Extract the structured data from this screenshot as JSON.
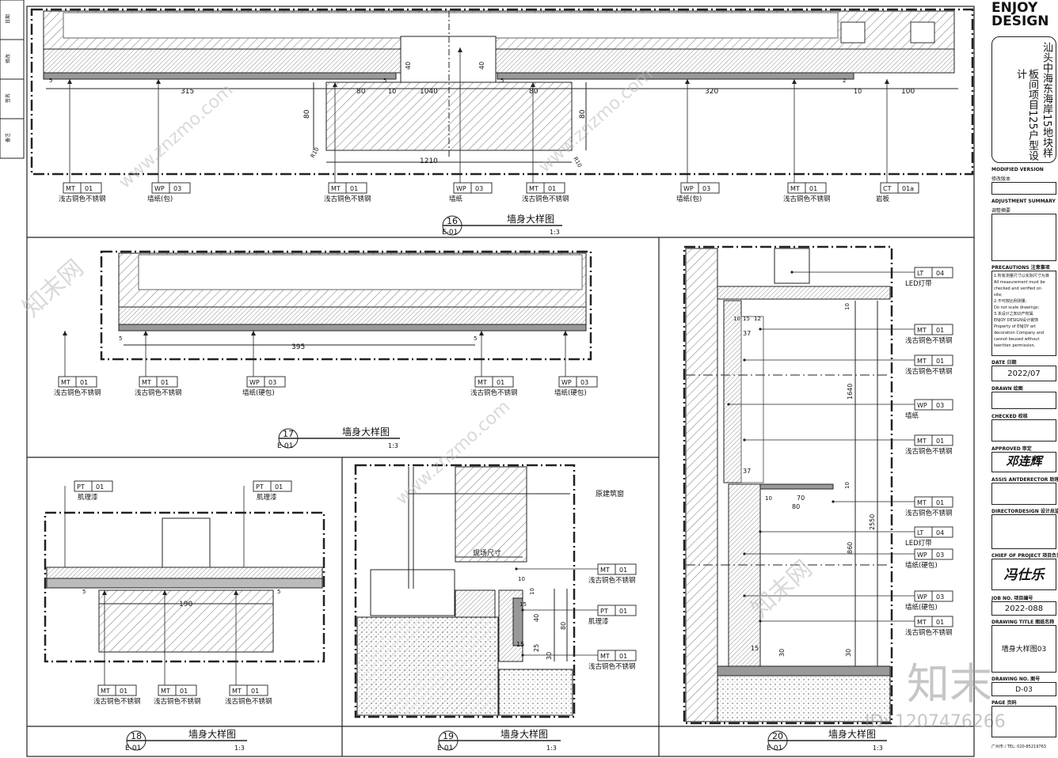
{
  "logo": {
    "line1": "ENJOY",
    "line2": "DESIGN"
  },
  "project_title": {
    "col1": "汕头中海东海岸15地块样",
    "col2": "板间项目125户型设计"
  },
  "title_block": {
    "modified_label": "MODIFIED VERSION",
    "modified_cn": "修改版本",
    "adjustment_label": "ADJUSTMENT SUMMARY",
    "adjustment_cn": "调整摘要",
    "precautions_label": "PRECAUTIONS 注意事项",
    "notes": [
      "1.所有测量尺寸以实际尺寸为准",
      "All measurement must be",
      "checked and verified on",
      "site;",
      "2.不可按比例测量;",
      "Do not scale drawings;",
      "3.本设计之知识产权属",
      "ENJOY DESIGN设计装饰",
      "Property of ENJOY art",
      "decoration Company and",
      "cannot beused without",
      "teeritten permission."
    ],
    "date_label": "DATE 日期",
    "date_value": "2022/07",
    "drawn_label": "DRAWN 绘图",
    "checked_label": "CHECKED 校核",
    "approved_label": "APPROVED 审定",
    "assist_label": "ASSIS ANTDERECTOR 助理设计总监",
    "director_label": "DIRECTORDESIGN 设计总监",
    "chief_label": "CHIEF OF PROJECT 项目负责人",
    "job_label": "JOB NO. 项目编号",
    "job_value": "2022-088",
    "drawing_title_label": "DRAWING TITLE 图纸名称",
    "drawing_title_value": "墙身大样图03",
    "drawing_no_label": "DRAWING NO. 图号",
    "drawing_no_value": "D-03",
    "page_label": "PAGE 页码",
    "footer": "广州市 / TEL: 020-85219763"
  },
  "stamps": {
    "approved": "邓连辉",
    "chief": "冯仕乐"
  },
  "watermarks": {
    "site": "www.znzmo.com",
    "brand": "知末网",
    "corner": "知末",
    "id": "ID: 1207476266"
  },
  "left_strip": [
    "日期",
    "修改",
    "签名",
    "备注"
  ],
  "details": [
    {
      "num": "16",
      "sheet": "E-01",
      "title": "墙身大样图",
      "scale": "1:3"
    },
    {
      "num": "17",
      "sheet": "E-01",
      "title": "墙身大样图",
      "scale": "1:3"
    },
    {
      "num": "18",
      "sheet": "E-01",
      "title": "墙身大样图",
      "scale": "1:3"
    },
    {
      "num": "19",
      "sheet": "E-01",
      "title": "墙身大样图",
      "scale": "1:3"
    },
    {
      "num": "20",
      "sheet": "E-01",
      "title": "墙身大样图",
      "scale": "1:3"
    }
  ],
  "tags": {
    "d16": [
      {
        "code": "MT",
        "no": "01",
        "desc": "浅古铜色不锈钢"
      },
      {
        "code": "WP",
        "no": "03",
        "desc": "墙纸(包)"
      },
      {
        "code": "MT",
        "no": "01",
        "desc": "浅古铜色不锈钢"
      },
      {
        "code": "WP",
        "no": "03",
        "desc": "墙纸"
      },
      {
        "code": "MT",
        "no": "01",
        "desc": "浅古铜色不锈钢"
      },
      {
        "code": "WP",
        "no": "03",
        "desc": "墙纸(包)"
      },
      {
        "code": "MT",
        "no": "01",
        "desc": "浅古铜色不锈钢"
      },
      {
        "code": "CT",
        "no": "01a",
        "desc": "岩板"
      }
    ],
    "d17": [
      {
        "code": "MT",
        "no": "01",
        "desc": "浅古铜色不锈钢"
      },
      {
        "code": "MT",
        "no": "01",
        "desc": "浅古铜色不锈钢"
      },
      {
        "code": "WP",
        "no": "03",
        "desc": "墙纸(硬包)"
      },
      {
        "code": "MT",
        "no": "01",
        "desc": "浅古铜色不锈钢"
      },
      {
        "code": "WP",
        "no": "03",
        "desc": "墙纸(硬包)"
      }
    ],
    "d18_top": [
      {
        "code": "PT",
        "no": "01",
        "desc": "肌理漆"
      },
      {
        "code": "PT",
        "no": "01",
        "desc": "肌理漆"
      }
    ],
    "d18_bottom": [
      {
        "code": "MT",
        "no": "01",
        "desc": "浅古铜色不锈钢"
      },
      {
        "code": "MT",
        "no": "01",
        "desc": "浅古铜色不锈钢"
      },
      {
        "code": "MT",
        "no": "01",
        "desc": "浅古铜色不锈钢"
      }
    ],
    "d19": [
      {
        "code": "MT",
        "no": "01",
        "desc": "浅古铜色不锈钢"
      },
      {
        "code": "PT",
        "no": "01",
        "desc": "肌理漆"
      },
      {
        "code": "MT",
        "no": "01",
        "desc": "浅古铜色不锈钢"
      }
    ],
    "d20": [
      {
        "code": "LT",
        "no": "04",
        "desc": "LED灯带"
      },
      {
        "code": "MT",
        "no": "01",
        "desc": "浅古铜色不锈钢"
      },
      {
        "code": "MT",
        "no": "01",
        "desc": "浅古铜色不锈钢"
      },
      {
        "code": "WP",
        "no": "03",
        "desc": "墙纸"
      },
      {
        "code": "MT",
        "no": "01",
        "desc": "浅古铜色不锈钢"
      },
      {
        "code": "MT",
        "no": "01",
        "desc": "浅古铜色不锈钢"
      },
      {
        "code": "LT",
        "no": "04",
        "desc": "LED灯带"
      },
      {
        "code": "WP",
        "no": "03",
        "desc": "墙纸(硬包)"
      },
      {
        "code": "WP",
        "no": "03",
        "desc": "墙纸(硬包)"
      },
      {
        "code": "MT",
        "no": "01",
        "desc": "浅古铜色不锈钢"
      }
    ]
  },
  "notes19": {
    "original_window": "原建筑窗",
    "site_size": "现场尺寸"
  },
  "dims": {
    "d16": [
      "315",
      "80",
      "1040",
      "80",
      "320",
      "100",
      "80",
      "80",
      "1210",
      "40",
      "40",
      "10",
      "10",
      "R10",
      "R10",
      "5",
      "5",
      "5",
      "2"
    ],
    "d17": [
      "395",
      "5",
      "5"
    ],
    "d18": [
      "190",
      "5",
      "5"
    ],
    "d19": [
      "10",
      "10",
      "15",
      "40",
      "80",
      "15",
      "25",
      "30"
    ],
    "d20": [
      "10",
      "15",
      "12",
      "37",
      "1640",
      "2550",
      "37",
      "70",
      "80",
      "10",
      "860",
      "15",
      "30",
      "30",
      "10",
      "10"
    ]
  }
}
